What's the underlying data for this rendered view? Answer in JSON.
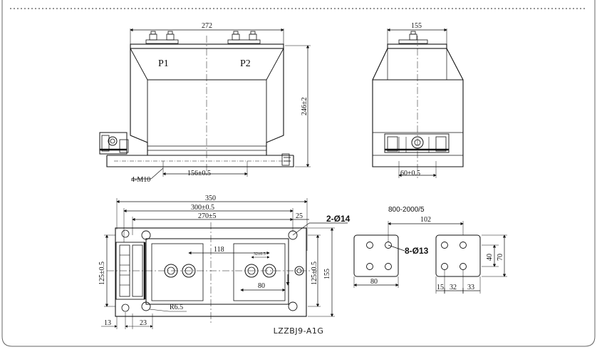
{
  "caption": "LZZBJ9-A1G",
  "front_view": {
    "width_dim": "272",
    "height_dim": "246±2",
    "terminal_p1": "P1",
    "terminal_p2": "P2",
    "bolt_label": "4-M10",
    "mount_spacing": "156±0.5"
  },
  "side_view": {
    "width_dim": "155",
    "foot_spacing": "60±0.5"
  },
  "plan_view": {
    "overall_length": "350",
    "length_1": "300±0.5",
    "length_2": "270±5",
    "edge_offset": "25",
    "hole_callout": "2-Ø14",
    "terminal_spacing": "118",
    "small_dim": "32±0.5",
    "bottom_dim": "80",
    "left_height": "125±0.5",
    "right_height": "125±0.5",
    "overall_height": "155",
    "radius": "R6.5",
    "dim_13": "13",
    "dim_23": "23"
  },
  "terminal_detail": {
    "ratio_label": "800-2000/5",
    "hole_callout": "8-Ø13",
    "spacing_102": "102",
    "plate_width": "80",
    "height_40": "40",
    "height_70": "70",
    "dim_15": "15",
    "dim_32": "32",
    "dim_33": "33"
  }
}
